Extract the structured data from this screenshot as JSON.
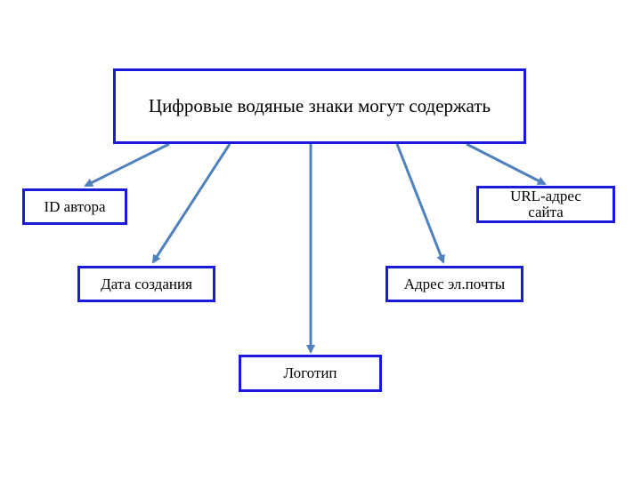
{
  "colors": {
    "box_border": "#1a1adb",
    "arrow": "#4f81bd",
    "text": "#000000",
    "background": "#ffffff"
  },
  "root": {
    "label": "Цифровые водяные знаки могут содержать"
  },
  "children": [
    {
      "id": "author-id",
      "label": "ID автора"
    },
    {
      "id": "creation-date",
      "label": "Дата создания"
    },
    {
      "id": "logo",
      "label": "Логотип"
    },
    {
      "id": "email",
      "label": "Адрес эл.почты"
    },
    {
      "id": "site-url",
      "label": "URL-адрес сайта"
    }
  ],
  "edges": [
    {
      "from": "root",
      "to": "author-id"
    },
    {
      "from": "root",
      "to": "creation-date"
    },
    {
      "from": "root",
      "to": "logo"
    },
    {
      "from": "root",
      "to": "email"
    },
    {
      "from": "root",
      "to": "site-url"
    }
  ]
}
